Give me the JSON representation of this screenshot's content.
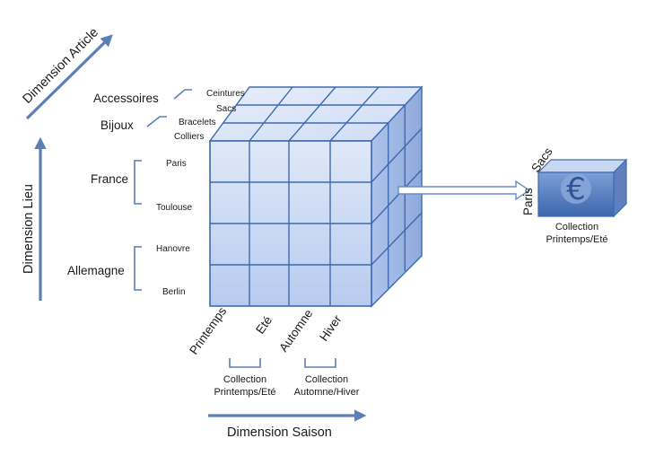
{
  "axes": {
    "article": "Dimension Article",
    "lieu": "Dimension Lieu",
    "saison": "Dimension Saison"
  },
  "article_groups": {
    "accessoires": "Accessoires",
    "bijoux": "Bijoux",
    "ceintures": "Ceintures",
    "sacs": "Sacs",
    "bracelets": "Bracelets",
    "colliers": "Colliers"
  },
  "locations": {
    "france": "France",
    "paris": "Paris",
    "toulouse": "Toulouse",
    "allemagne": "Allemagne",
    "hanovre": "Hanovre",
    "berlin": "Berlin"
  },
  "seasons": {
    "printemps": "Printemps",
    "ete": "Eté",
    "automne": "Automne",
    "hiver": "Hiver"
  },
  "collections": {
    "ps_line1": "Collection",
    "ps_line2": "Printemps/Eté",
    "ah_line1": "Collection",
    "ah_line2": "Automne/Hiver"
  },
  "result_cell": {
    "city": "Paris",
    "article": "Sacs",
    "symbol": "€",
    "collection_line1": "Collection",
    "collection_line2": "Printemps/Eté"
  },
  "colors": {
    "cube_front": "#c9d8f4",
    "cube_top": "#dde6f8",
    "cube_side": "#a9bfe8",
    "grid": "#3d6ab0",
    "arrow": "#5b7fb6"
  }
}
